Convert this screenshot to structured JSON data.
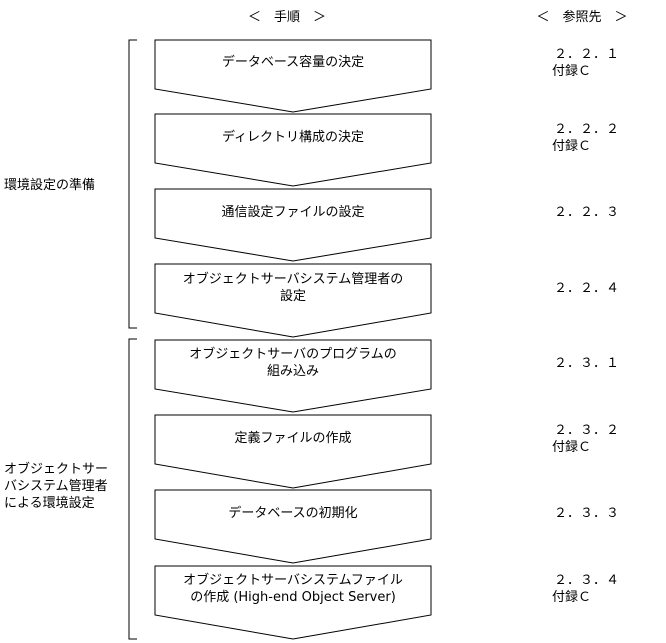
{
  "headers": {
    "procedure": "＜　手順　＞",
    "reference": "＜　参照先　＞"
  },
  "groups": [
    {
      "label": "環境設定の準備"
    },
    {
      "label_lines": [
        "オブジェクトサー",
        "バシステム管理者",
        "による環境設定"
      ]
    }
  ],
  "steps": [
    {
      "lines": [
        "データベース容量の決定"
      ],
      "ref": [
        "２．２．１",
        "付録Ｃ"
      ]
    },
    {
      "lines": [
        "ディレクトリ構成の決定"
      ],
      "ref": [
        "２．２．２",
        "付録Ｃ"
      ]
    },
    {
      "lines": [
        "通信設定ファイルの設定"
      ],
      "ref": [
        "２．２．３"
      ]
    },
    {
      "lines": [
        "オブジェクトサーバシステム管理者の",
        "設定"
      ],
      "ref": [
        "２．２．４"
      ]
    },
    {
      "lines": [
        "オブジェクトサーバのプログラムの",
        "組み込み"
      ],
      "ref": [
        "２．３．１"
      ]
    },
    {
      "lines": [
        "定義ファイルの作成"
      ],
      "ref": [
        "２．３．２",
        "付録Ｃ"
      ]
    },
    {
      "lines": [
        "データベースの初期化"
      ],
      "ref": [
        "２．３．３"
      ]
    },
    {
      "lines": [
        "オブジェクトサーバシステムファイル",
        "の作成 (High-end Object Server)"
      ],
      "ref": [
        "２．３．４",
        "付録Ｃ"
      ]
    }
  ]
}
